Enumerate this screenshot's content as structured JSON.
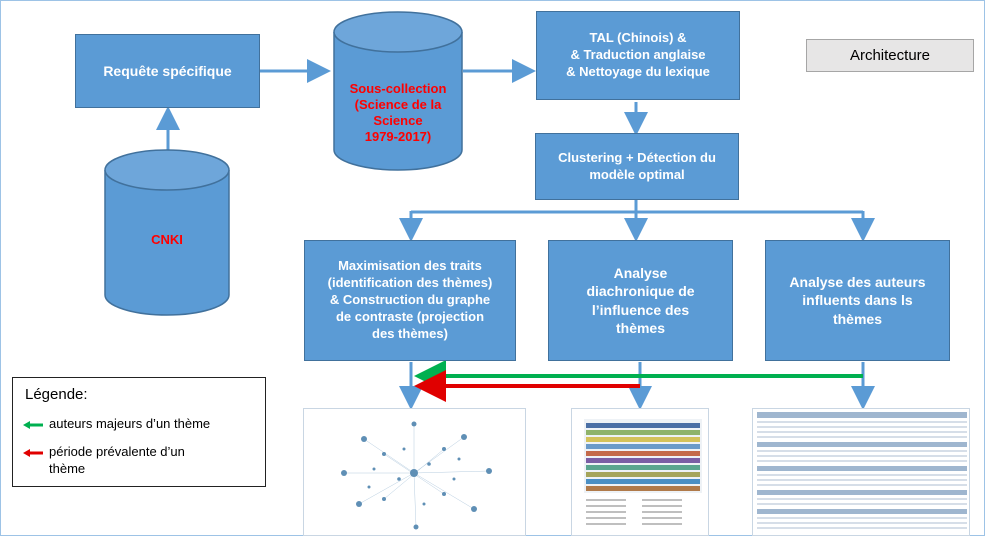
{
  "nodes": {
    "requete": "Requête spécifique",
    "sous_collection": "Sous-collection\n(Science de la\nScience\n1979-2017)",
    "cnki": "CNKI",
    "tal": "TAL (Chinois) &\n& Traduction anglaise\n& Nettoyage du lexique",
    "clustering": "Clustering + Détection du\nmodèle optimal",
    "maximisation": "Maximisation des traits\n(identification des thèmes)\n& Construction du graphe\nde contraste (projection\ndes thèmes)",
    "analyse_diachronique": "Analyse\ndiachronique de\nl’influence des\nthèmes",
    "analyse_auteurs": "Analyse des auteurs\ninfluents dans ls\nthèmes",
    "architecture": "Architecture"
  },
  "legend": {
    "title": "Légende:",
    "green_label": "auteurs majeurs d’un thème",
    "red_label": "période prévalente d’un\nthème"
  },
  "colors": {
    "box_fill": "#5b9bd5",
    "box_border": "#41719c",
    "cyl_label": "#ff0000",
    "green_arrow": "#00b050",
    "red_arrow": "#e00000"
  }
}
